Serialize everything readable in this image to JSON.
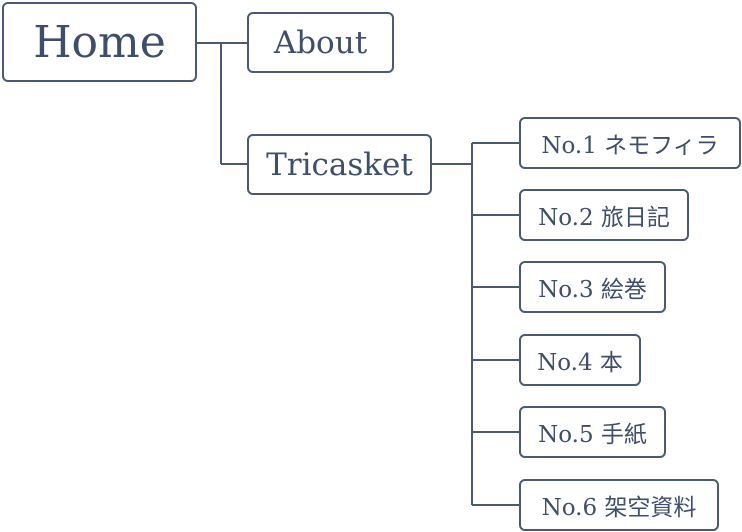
{
  "sitemap": {
    "home": "Home",
    "about": "About",
    "tricasket": "Tricasket",
    "children": [
      "No.1 ネモフィラ",
      "No.2 旅日記",
      "No.3 絵巻",
      "No.4 本",
      "No.5 手紙",
      "No.6 架空資料"
    ]
  }
}
